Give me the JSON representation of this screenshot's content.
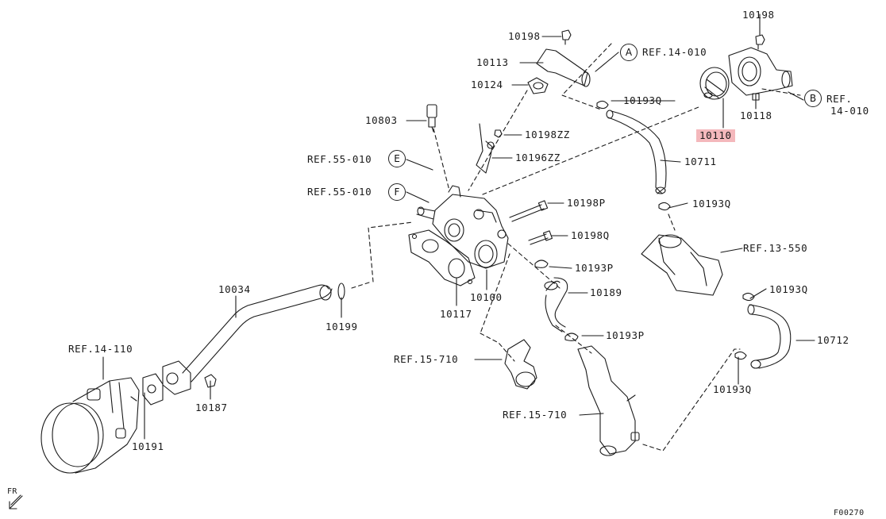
{
  "labels": {
    "p10198_top": "10198",
    "p10113": "10113",
    "p10124": "10124",
    "p10803": "10803",
    "p10198zz": "10198ZZ",
    "p10196zz": "10196ZZ",
    "ref55_e": "REF.55-010",
    "ref55_f": "REF.55-010",
    "p10198p": "10198P",
    "p10198q": "10198Q",
    "p10193p_a": "10193P",
    "p10189": "10189",
    "p10193p_b": "10193P",
    "p10100": "10100",
    "p10117": "10117",
    "p10034": "10034",
    "p10199": "10199",
    "ref14_110": "REF.14-110",
    "p10187": "10187",
    "p10191": "10191",
    "ref15_710_a": "REF.15-710",
    "ref15_710_b": "REF.15-710",
    "ref14_010_a": "REF.14-010",
    "p10193q_top": "10193Q",
    "p10110": "10110",
    "p10711": "10711",
    "p10193q_mid": "10193Q",
    "ref13_550": "REF.13-550",
    "p10193q_right": "10193Q",
    "p10712": "10712",
    "p10193q_bottom": "10193Q",
    "p10198_right": "10198",
    "p10118": "10118",
    "ref14_010_b1": "REF.",
    "ref14_010_b2": "14-010",
    "fr": "FR",
    "fig_code": "F00270"
  },
  "callouts": {
    "a": "A",
    "b": "B",
    "e": "E",
    "f": "F"
  },
  "highlight_color": "#f4b8bc",
  "line_color": "#1a1a1a"
}
